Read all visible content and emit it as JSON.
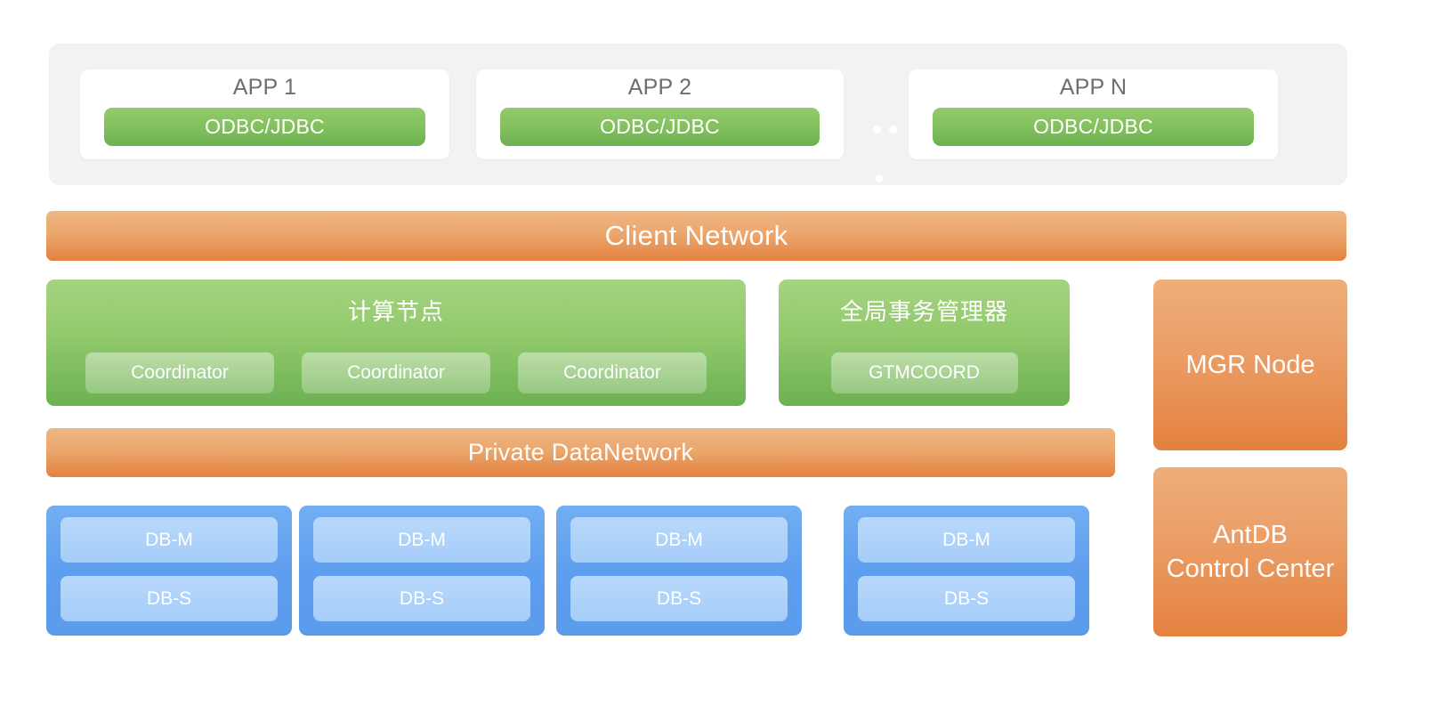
{
  "application_layer": {
    "apps": [
      {
        "title": "APP 1",
        "connector": "ODBC/JDBC"
      },
      {
        "title": "APP 2",
        "connector": "ODBC/JDBC"
      },
      {
        "title": "APP N",
        "connector": "ODBC/JDBC"
      }
    ]
  },
  "networks": {
    "client": "Client Network",
    "private": "Private DataNetwork"
  },
  "compute": {
    "title": "计算节点",
    "slots": [
      "Coordinator",
      "Coordinator",
      "Coordinator"
    ]
  },
  "gtm": {
    "title": "全局事务管理器",
    "slots": [
      "GTMCOORD"
    ]
  },
  "management": {
    "mgr_node": "MGR Node",
    "control_center_line1": "AntDB",
    "control_center_line2": "Control Center"
  },
  "storage": {
    "groups": [
      {
        "master": "DB-M",
        "standby": "DB-S"
      },
      {
        "master": "DB-M",
        "standby": "DB-S"
      },
      {
        "master": "DB-M",
        "standby": "DB-S"
      },
      {
        "master": "DB-M",
        "standby": "DB-S"
      }
    ]
  },
  "colors": {
    "panel_background": "#f2f2f2",
    "green_light": "#a5d382",
    "green_dark": "#6cb152",
    "orange_light": "#efb683",
    "orange_dark": "#e4813f",
    "blue_outer": "#5b9bec",
    "blue_inner": "#aed2fa",
    "text_muted": "#6e6e6e"
  }
}
